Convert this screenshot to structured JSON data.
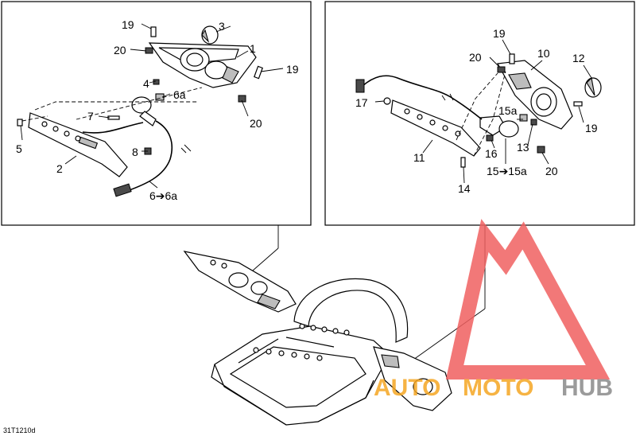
{
  "left_panel": {
    "callouts": {
      "c1": "1",
      "c2": "2",
      "c3": "3",
      "c4": "4",
      "c5": "5",
      "c6a": "6a",
      "c6to6a": "6➔6a",
      "c7": "7",
      "c8": "8",
      "c19a": "19",
      "c19b": "19",
      "c20a": "20",
      "c20b": "20"
    }
  },
  "right_panel": {
    "callouts": {
      "c10": "10",
      "c11": "11",
      "c12": "12",
      "c13": "13",
      "c14": "14",
      "c15a": "15a",
      "c15to15a": "15➔15a",
      "c16": "16",
      "c17": "17",
      "c19a": "19",
      "c19b": "19",
      "c20a": "20",
      "c20b": "20"
    }
  },
  "figure_ref": "31T1210d",
  "watermark": {
    "word_a": "AUTO",
    "word_b": "MOTO",
    "word_c": "HUB",
    "color_red": "#f06060",
    "color_orange": "#f5a623",
    "color_grey": "#8a8a8a"
  }
}
